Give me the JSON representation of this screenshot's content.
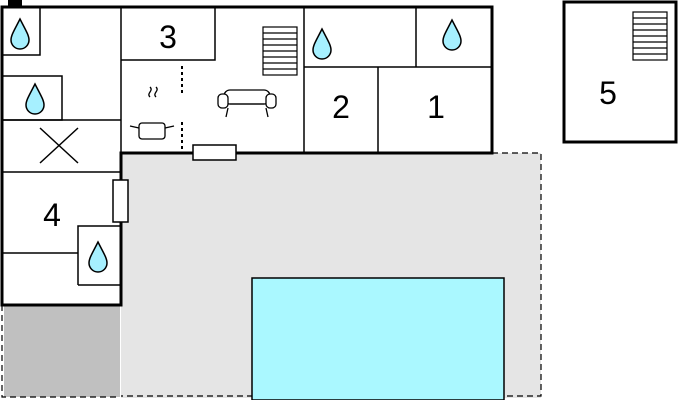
{
  "floorplan": {
    "rooms": [
      {
        "id": "room-1",
        "label": "1"
      },
      {
        "id": "room-2",
        "label": "2"
      },
      {
        "id": "room-3",
        "label": "3"
      },
      {
        "id": "room-4",
        "label": "4"
      },
      {
        "id": "room-5",
        "label": "5"
      }
    ],
    "icons": {
      "water": "water-drop-icon",
      "stairs": "stairs-icon",
      "sofa": "sofa-icon",
      "kitchen": "cooking-pot-icon",
      "cross": "cross-mark-icon",
      "door": "door-icon"
    },
    "colors": {
      "wall": "#000000",
      "terrace": "#e5e5e5",
      "pool": "#aaf8ff",
      "garden": "#c0c0c0",
      "water_drop": "#a6f0ff"
    }
  }
}
